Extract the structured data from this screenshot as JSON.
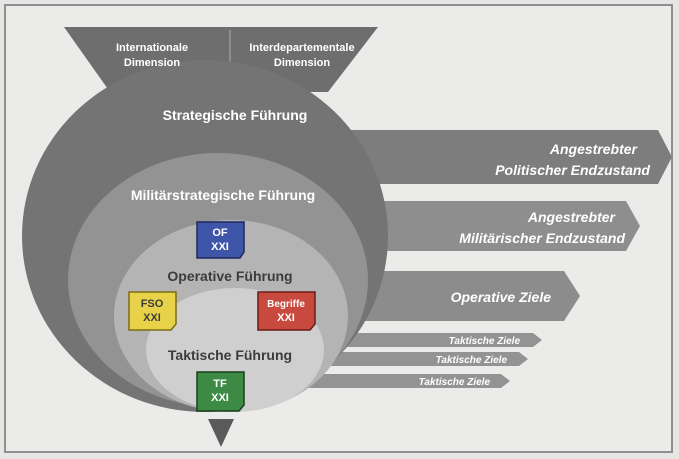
{
  "funnel": {
    "left_label_line1": "Internationale",
    "left_label_line2": "Dimension",
    "right_label_line1": "Interdepartementale",
    "right_label_line2": "Dimension"
  },
  "levels": {
    "strategic": "Strategische Führung",
    "military_strategic": "Militärstrategische Führung",
    "operative": "Operative Führung",
    "tactical": "Taktische Führung"
  },
  "documents": {
    "of": {
      "line1": "OF",
      "line2": "XXI",
      "color": "#3f55a8"
    },
    "fso": {
      "line1": "FSO",
      "line2": "XXI",
      "color": "#e8d24a"
    },
    "begriffe": {
      "line1": "Begriffe",
      "line2": "XXI",
      "color": "#c84a3e"
    },
    "tf": {
      "line1": "TF",
      "line2": "XXI",
      "color": "#3d8a45"
    }
  },
  "arrows": {
    "political_line1": "Angestrebter",
    "political_line2": "Politischer Endzustand",
    "military_line1": "Angestrebter",
    "military_line2": "Militärischer Endzustand",
    "operative": "Operative Ziele",
    "tactical_1": "Taktische Ziele",
    "tactical_2": "Taktische Ziele",
    "tactical_3": "Taktische Ziele"
  }
}
